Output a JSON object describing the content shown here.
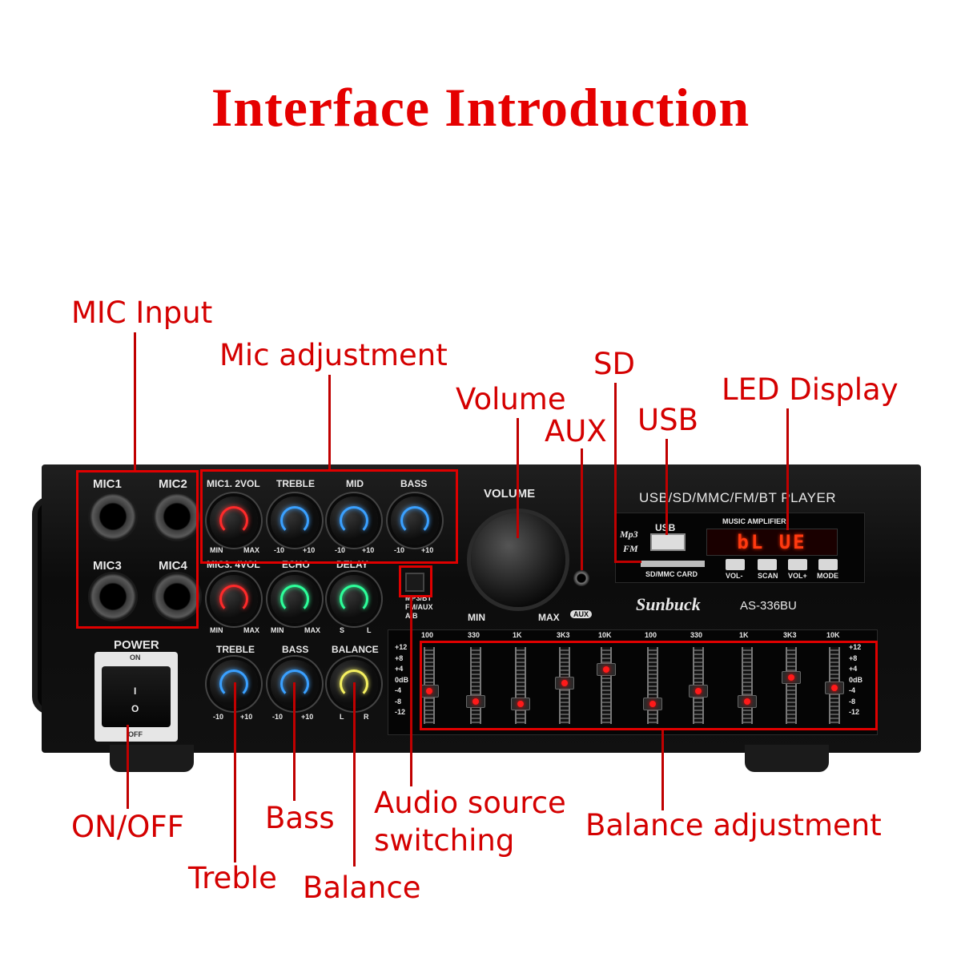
{
  "title": "Interface Introduction",
  "callouts": {
    "mic_input": "MIC Input",
    "mic_adjustment": "Mic adjustment",
    "volume": "Volume",
    "aux": "AUX",
    "sd": "SD",
    "usb": "USB",
    "led_display": "LED Display",
    "on_off": "ON/OFF",
    "bass": "Bass",
    "treble": "Treble",
    "balance": "Balance",
    "audio_source_switching_1": "Audio source",
    "audio_source_switching_2": "switching",
    "balance_adjustment": "Balance adjustment"
  },
  "panel": {
    "mic1": "MIC1",
    "mic2": "MIC2",
    "mic3": "MIC3",
    "mic4": "MIC4",
    "mic12vol": "MIC1. 2VOL",
    "treble_top": "TREBLE",
    "mid": "MID",
    "bass_top": "BASS",
    "min": "MIN",
    "max": "MAX",
    "m10": "-10",
    "p10": "+10",
    "mic34vol": "MIC3. 4VOL",
    "echo": "ECHO",
    "delay": "DELAY",
    "s": "S",
    "l": "L",
    "power": "POWER",
    "on": "ON",
    "off": "OFF",
    "rocker_i": "I",
    "rocker_o": "O",
    "treble": "TREBLE",
    "bass": "BASS",
    "balance": "BALANCE",
    "bal_l": "L",
    "bal_r": "R",
    "src_1": "MP3/BT",
    "src_2": "FM/AUX",
    "src_3": "A/B",
    "volume": "VOLUME",
    "vol_min": "MIN",
    "vol_max": "MAX",
    "aux": "AUX",
    "player_title": "USB/SD/MMC/FM/BT PLAYER",
    "usb": "USB",
    "mp3": "Mp3",
    "fm": "FM",
    "music_amplifier": "MUSIC AMPLIFIER",
    "led_text": "bL UE",
    "sd_card": "SD/MMC CARD",
    "buttons": [
      "VOL-",
      "SCAN",
      "VOL+",
      "MODE"
    ],
    "brand": "Sunbuck",
    "model": "AS-336BU"
  },
  "eq": {
    "freqs": [
      "100",
      "330",
      "1K",
      "3K3",
      "10K",
      "100",
      "330",
      "1K",
      "3K3",
      "10K"
    ],
    "db_labels": [
      "+12",
      "+8",
      "+4",
      "0dB",
      "-4",
      "-8",
      "-12"
    ],
    "levels_db": [
      -2,
      -6,
      -7,
      1,
      6,
      -7,
      -2,
      -6,
      3,
      -1
    ]
  },
  "colors": {
    "title": "#e50000",
    "callout": "#d40000",
    "knob_red": "#ff2a2a",
    "knob_blue": "#3aa0ff",
    "knob_green": "#2dff9a",
    "knob_yellow": "#f5f060",
    "led": "#ff3a10"
  }
}
